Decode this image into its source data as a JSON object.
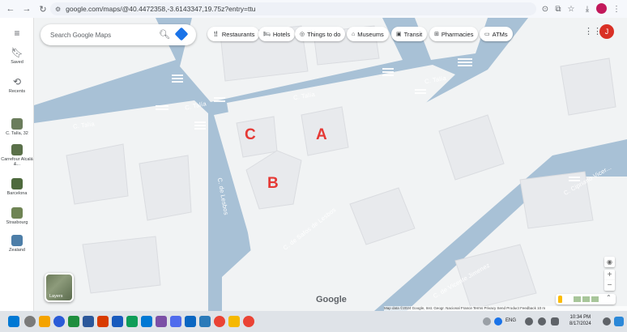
{
  "browser": {
    "url": "google.com/maps/@40.4472358,-3.6143347,19.75z?entry=ttu"
  },
  "rail": {
    "saved": "Saved",
    "recents": "Recents",
    "items": [
      {
        "label": "C. Talía, 32"
      },
      {
        "label": "Carrefour Alcalá &..."
      },
      {
        "label": "Barcelona"
      },
      {
        "label": "Strasbourg"
      },
      {
        "label": "Zealand"
      }
    ]
  },
  "search": {
    "placeholder": "Search Google Maps"
  },
  "chips": [
    {
      "label": "Restaurants",
      "icon": "fork-knife-icon"
    },
    {
      "label": "Hotels",
      "icon": "bed-icon"
    },
    {
      "label": "Things to do",
      "icon": "camera-icon"
    },
    {
      "label": "Museums",
      "icon": "museum-icon"
    },
    {
      "label": "Transit",
      "icon": "train-icon"
    },
    {
      "label": "Pharmacies",
      "icon": "pharmacy-icon"
    },
    {
      "label": "ATMs",
      "icon": "cash-icon"
    }
  ],
  "account": {
    "initial": "J",
    "color": "#d93025"
  },
  "streets": {
    "talia_left": "C. Talía",
    "talia_mid": "C. Talía",
    "talia_right": "C. Talía",
    "talia_top": "C. Talía",
    "talia_center": "C. Talía",
    "lesvos": "C. de Lesbos",
    "safos": "C. de Safos de Lesbos",
    "vicente": "C. de Vicente Jimenez",
    "cipriano": "C. Cipriano Vicer..."
  },
  "markers": {
    "a": "A",
    "b": "B",
    "c": "C"
  },
  "map_ui": {
    "layers": "Layers",
    "logo": "Google",
    "attribution": "Map data ©2024 Google, Inst. Geogr. Nacional   France   Terms   Privacy   Send Product Feedback   10 m"
  },
  "taskbar": {
    "lang": "ENG",
    "time": "10:34 PM",
    "date": "8/17/2024"
  },
  "colors": {
    "road": "#a8c1d6",
    "block": "#f1f3f4",
    "building": "#e8eaed",
    "marker": "#e53935",
    "accent": "#1a73e8"
  }
}
